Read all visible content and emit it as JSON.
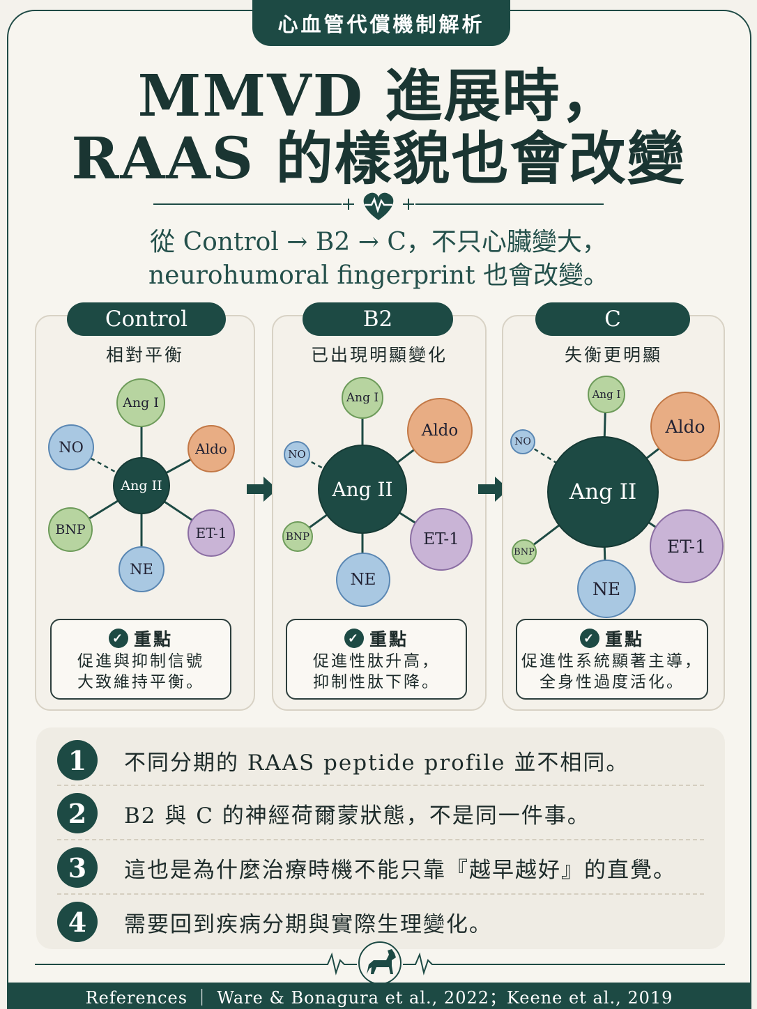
{
  "header": {
    "tag": "心血管代償機制解析"
  },
  "title": {
    "line1": "MMVD 進展時，",
    "line2": "RAAS 的樣貌也會改變"
  },
  "subtitle": {
    "line1": "從 Control → B2 → C，不只心臟變大，",
    "line2": "neurohumoral fingerprint 也會改變。"
  },
  "colors": {
    "primary": "#1d4a44",
    "green": "#b7d4a0",
    "blue": "#a9c8e2",
    "orange": "#e8ad84",
    "purple": "#c9b4d6"
  },
  "stages": [
    {
      "label": "Control",
      "subtitle": "相對平衡",
      "nodes": {
        "center": "Ang II",
        "ang1": "Ang I",
        "aldo": "Aldo",
        "no": "NO",
        "bnp": "BNP",
        "ne": "NE",
        "et1": "ET-1"
      },
      "key_title": "重點",
      "key_lines": [
        "促進與抑制信號",
        "大致維持平衡。"
      ]
    },
    {
      "label": "B2",
      "subtitle": "已出現明顯變化",
      "nodes": {
        "center": "Ang II",
        "ang1": "Ang I",
        "aldo": "Aldo",
        "no": "NO",
        "bnp": "BNP",
        "ne": "NE",
        "et1": "ET-1"
      },
      "key_title": "重點",
      "key_lines": [
        "促進性肽升高，",
        "抑制性肽下降。"
      ]
    },
    {
      "label": "C",
      "subtitle": "失衡更明顯",
      "nodes": {
        "center": "Ang II",
        "ang1": "Ang I",
        "aldo": "Aldo",
        "no": "NO",
        "bnp": "BNP",
        "ne": "NE",
        "et1": "ET-1"
      },
      "key_title": "重點",
      "key_lines": [
        "促進性系統顯著主導，",
        "全身性過度活化。"
      ]
    }
  ],
  "points": [
    {
      "num": "1",
      "text": "不同分期的 RAAS peptide profile 並不相同。"
    },
    {
      "num": "2",
      "text": "B2 與 C 的神經荷爾蒙狀態，不是同一件事。"
    },
    {
      "num": "3",
      "text": "這也是為什麼治療時機不能只靠『越早越好』的直覺。"
    },
    {
      "num": "4",
      "text": "需要回到疾病分期與實際生理變化。"
    }
  ],
  "icons": {
    "divider": "heart-pulse-icon",
    "footer": "dog-icon",
    "key": "check-circle-icon",
    "transition": "arrow-right-icon"
  },
  "footer": {
    "references": "References ｜ Ware & Bonagura et al., 2022；Keene et al., 2019"
  }
}
